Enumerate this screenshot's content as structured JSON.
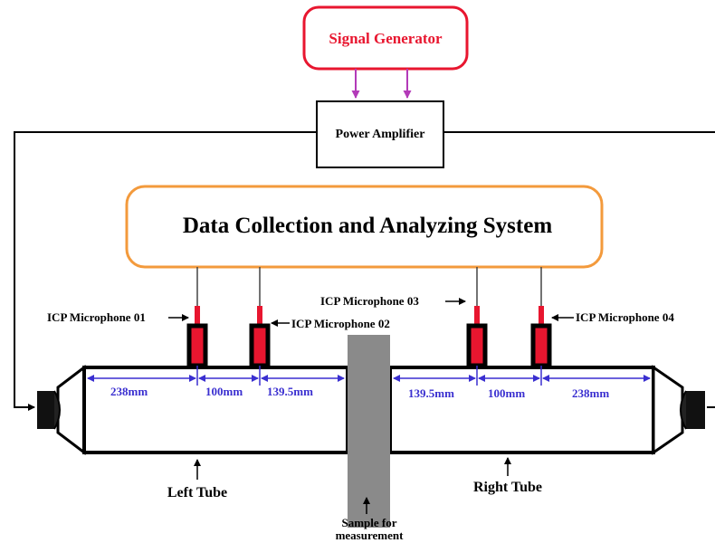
{
  "diagram": {
    "signal_generator": "Signal Generator",
    "power_amplifier": "Power Amplifier",
    "daq_system": "Data Collection and Analyzing System",
    "microphones": [
      "ICP Microphone 01",
      "ICP Microphone 02",
      "ICP Microphone 03",
      "ICP Microphone 04"
    ],
    "dimensions": [
      "238mm",
      "100mm",
      "139.5mm",
      "139.5mm",
      "100mm",
      "238mm"
    ],
    "left_tube": "Left Tube",
    "right_tube": "Right Tube",
    "sample": [
      "Sample for",
      "measurement"
    ],
    "colors": {
      "signal_generator_border": "#e8162f",
      "daq_border": "#f39a3c",
      "signal_arrows": "#b33ab8",
      "dimension_lines": "#3a2fd0",
      "microphone_tip": "#e8162f",
      "sample": "#8a8a8a"
    }
  }
}
